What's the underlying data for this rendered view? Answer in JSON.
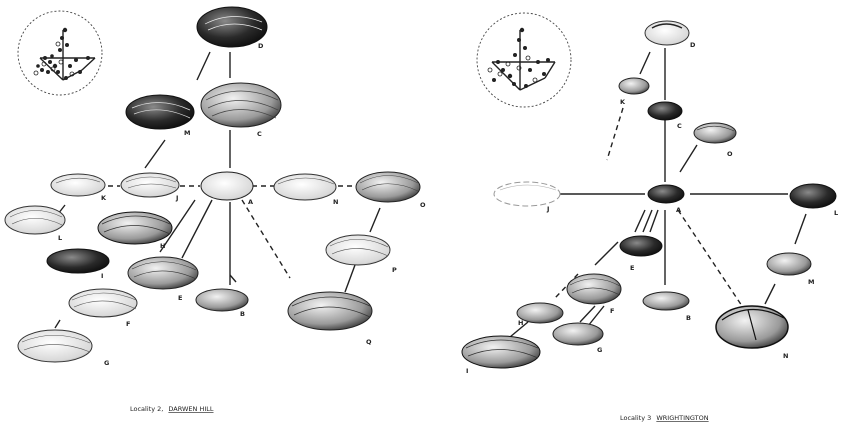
{
  "panels": [
    {
      "caption_prefix": "Locality 2,",
      "caption_name": "DARWEN HILL",
      "labels": {
        "A": "A",
        "B": "B",
        "C": "C",
        "D": "D",
        "E": "E",
        "F": "F",
        "G": "G",
        "H": "H",
        "I": "I",
        "J": "J",
        "K": "K",
        "L": "L",
        "M": "M",
        "N": "N",
        "O": "O",
        "P": "P",
        "Q": "Q"
      }
    },
    {
      "caption_prefix": "Locality 3",
      "caption_name": "WRIGHTINGTON",
      "labels": {
        "A": "A",
        "B": "B",
        "C": "C",
        "D": "D",
        "E": "E",
        "F": "F",
        "G": "G",
        "H": "H",
        "I": "I",
        "J": "J",
        "K": "K",
        "L": "L",
        "M": "M",
        "N": "N",
        "O": "O"
      }
    }
  ]
}
